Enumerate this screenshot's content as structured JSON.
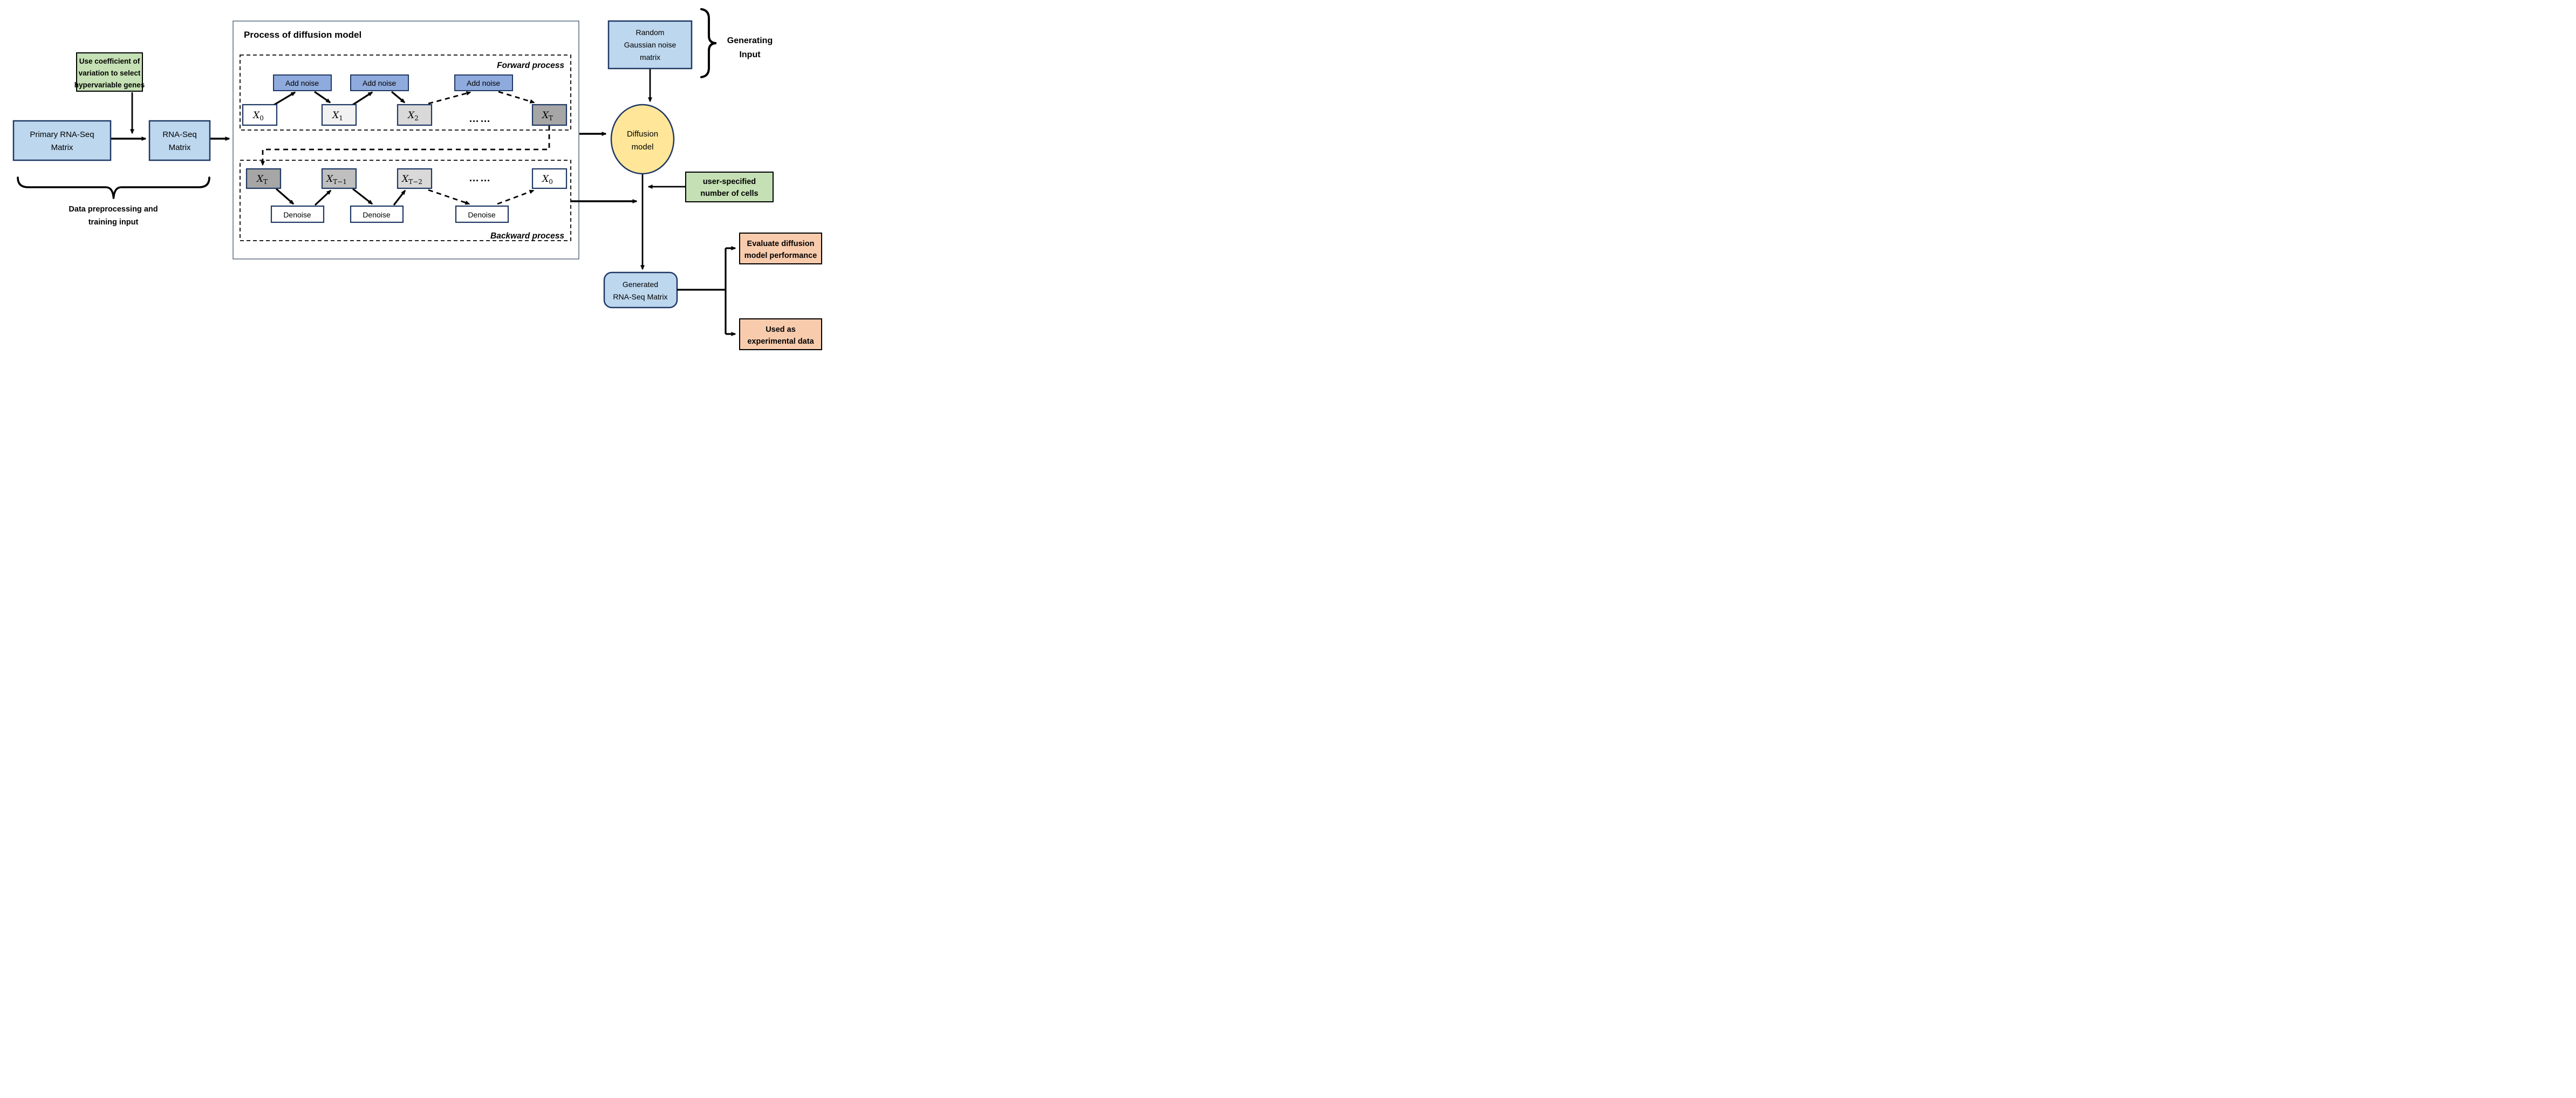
{
  "left": {
    "cv_box": {
      "line1": "Use coefficient of",
      "line2": "variation to select",
      "line3": "hypervariable genes"
    },
    "primary_box": {
      "line1": "Primary RNA-Seq",
      "line2": "Matrix"
    },
    "rnaseq_box": {
      "line1": "RNA-Seq",
      "line2": "Matrix"
    },
    "brace_label": {
      "line1": "Data preprocessing and",
      "line2": "training input"
    }
  },
  "process": {
    "title": "Process of diffusion model",
    "forward_label": "Forward process",
    "backward_label": "Backward process",
    "add_noise": "Add noise",
    "denoise": "Denoise",
    "dots": "……",
    "forward_nodes": [
      {
        "base": "X",
        "sub": "0"
      },
      {
        "base": "X",
        "sub": "1"
      },
      {
        "base": "X",
        "sub": "2"
      },
      {
        "base": "X",
        "sub": "T"
      }
    ],
    "backward_nodes": [
      {
        "base": "X",
        "sub": "T"
      },
      {
        "base": "X",
        "sub": "T−1"
      },
      {
        "base": "X",
        "sub": "T−2"
      },
      {
        "base": "X",
        "sub": "0"
      }
    ]
  },
  "right": {
    "noise_box": {
      "line1": "Random",
      "line2": "Gaussian noise",
      "line3": "matrix"
    },
    "generating_input": {
      "line1": "Generating",
      "line2": "Input"
    },
    "diffusion_model": {
      "line1": "Diffusion",
      "line2": "model"
    },
    "user_cells": {
      "line1": "user-specified",
      "line2": "number of cells"
    },
    "generated_box": {
      "line1": "Generated",
      "line2": "RNA-Seq Matrix"
    },
    "evaluate_box": {
      "line1": "Evaluate diffusion",
      "line2": "model performance"
    },
    "usedas_box": {
      "line1": "Used as",
      "line2": "experimental data"
    }
  },
  "colors": {
    "green": "#c5e0b4",
    "light_blue": "#bdd7ee",
    "mid_blue": "#8faadc",
    "yellow": "#ffe699",
    "orange": "#f8cbad",
    "navy_border": "#1f3864",
    "gray_dark": "#a6a6a6",
    "gray_mid": "#bfbfbf",
    "gray_light": "#d9d9d9",
    "gray_xlight": "#f2f2f2"
  }
}
